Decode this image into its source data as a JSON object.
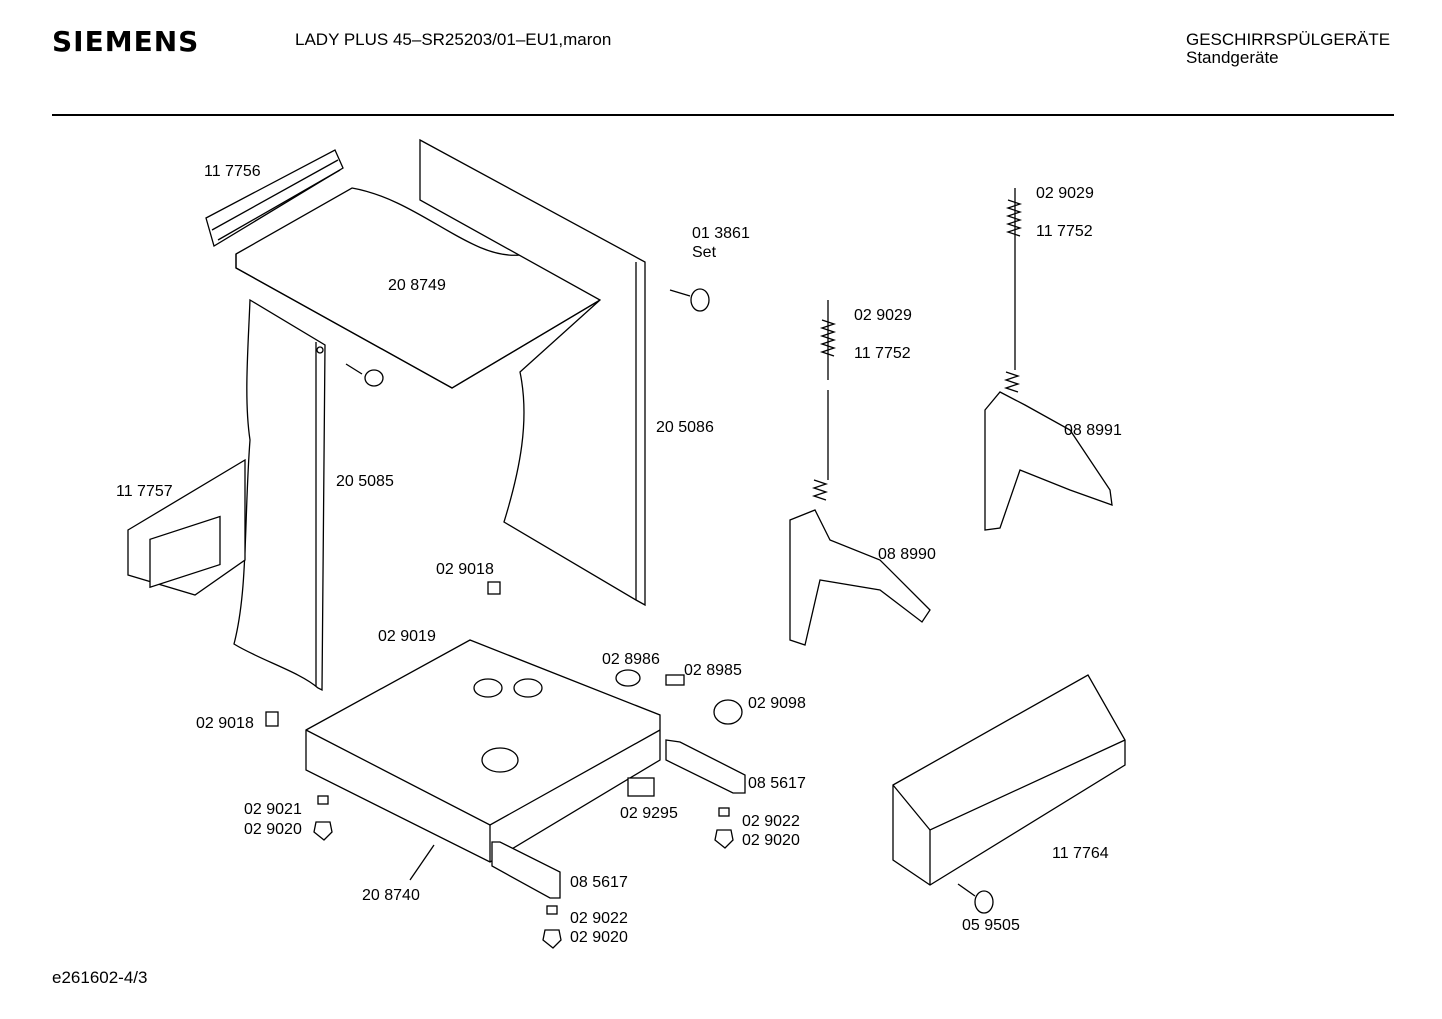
{
  "header": {
    "brand": "SIEMENS",
    "model": "LADY PLUS 45–SR25203/01–EU1,maron",
    "category": "GESCHIRRSPÜLGERÄTE",
    "subcategory": "Standgeräte"
  },
  "footer": {
    "code": "e261602-4/3"
  },
  "parts": [
    "11 7756",
    "20 8749",
    "01 3861",
    "Set",
    "02 9029",
    "11 7752",
    "02 9029",
    "11 7752",
    "08 8991",
    "20 5086",
    "08 8990",
    "20 5085",
    "11 7757",
    "02 9018",
    "02 9019",
    "02 8986",
    "02 8985",
    "02 9098",
    "02 9018",
    "08 5617",
    "02 9295",
    "02 9021",
    "02 9020",
    "02 9022",
    "02 9020",
    "11 7764",
    "20 8740",
    "08 5617",
    "02 9022",
    "02 9020",
    "05 9505"
  ]
}
